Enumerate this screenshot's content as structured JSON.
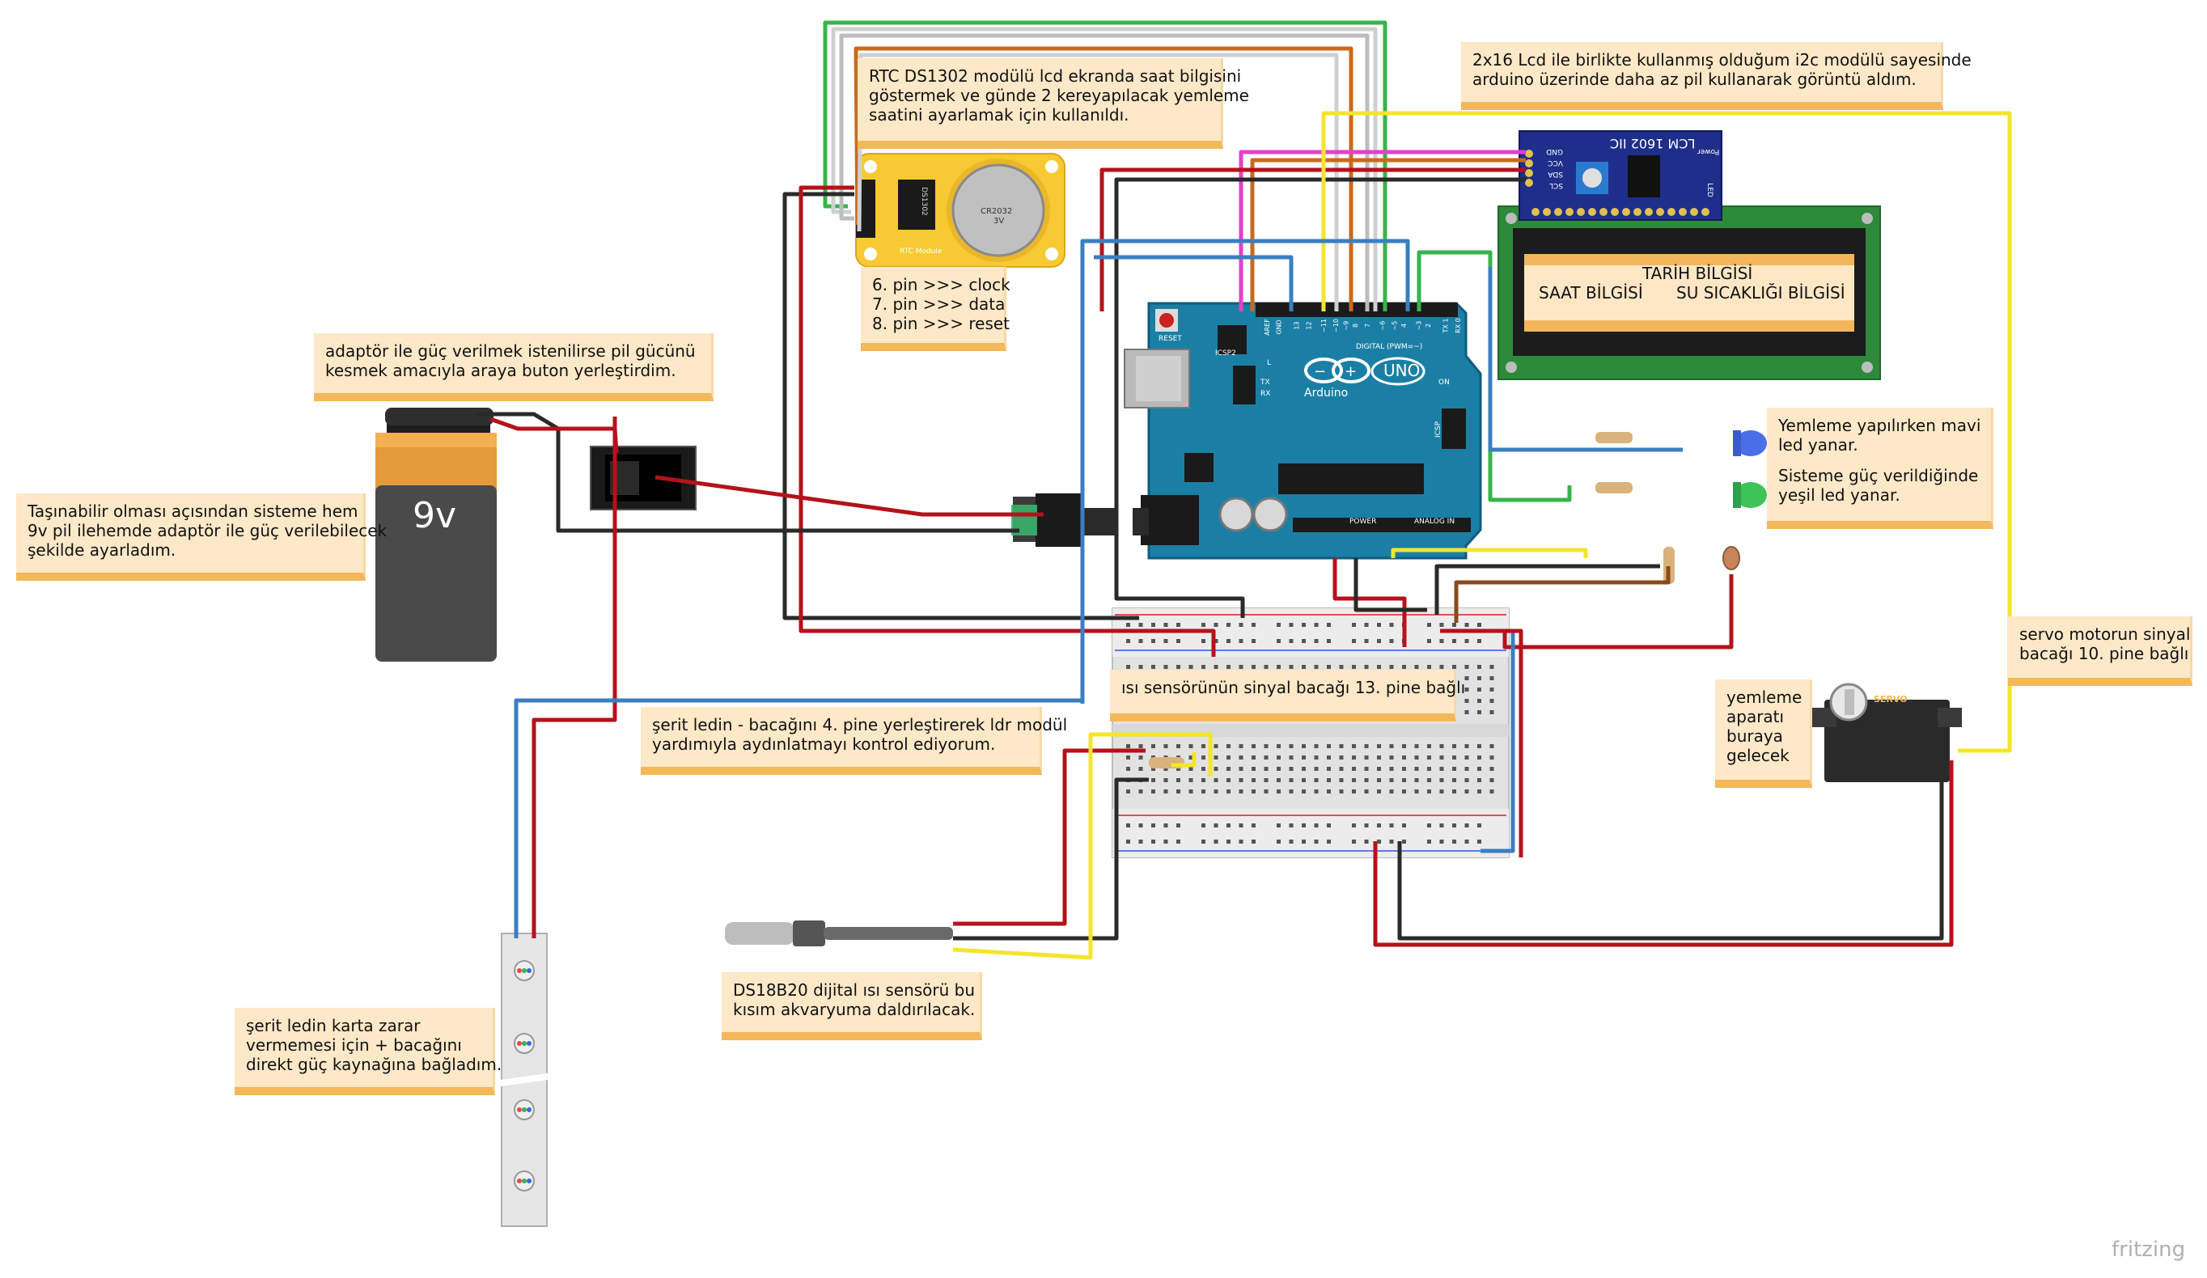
{
  "notes": {
    "rtc": {
      "lines": [
        "RTC DS1302 modülü lcd ekranda saat bilgisini",
        "göstermek ve günde 2 kereyapılacak yemleme",
        "saatini ayarlamak için kullanıldı."
      ]
    },
    "rtc_pins": {
      "lines": [
        "6. pin >>> clock",
        "7. pin >>> data",
        "8. pin >>> reset"
      ]
    },
    "lcd_i2c": {
      "lines": [
        "2x16 Lcd ile birlikte kullanmış olduğum i2c modülü sayesinde",
        "arduino üzerinde daha az pil kullanarak görüntü aldım."
      ]
    },
    "adapter": {
      "lines": [
        "adaptör ile güç verilmek istenilirse pil gücünü",
        "kesmek amacıyla araya buton yerleştirdim."
      ]
    },
    "portable": {
      "lines": [
        "Taşınabilir olması açısından sisteme hem",
        "9v pil ilehemde adaptör ile güç verilebilecek",
        "şekilde ayarladım."
      ]
    },
    "leds": {
      "line1": [
        "Yemleme yapılırken mavi",
        "led yanar."
      ],
      "line2": [
        "Sisteme güç verildiğinde",
        "yeşil led yanar."
      ]
    },
    "servo": {
      "lines": [
        "servo motorun sinyal",
        "bacağı 10. pine bağlı"
      ]
    },
    "feeder": {
      "lines": [
        "yemleme",
        "aparatı",
        "buraya",
        "gelecek"
      ]
    },
    "temp_signal": {
      "lines": [
        "ısı sensörünün sinyal bacağı 13. pine bağlı"
      ]
    },
    "strip_ldr": {
      "lines": [
        "şerit ledin - bacağını 4. pine yerleştirerek ldr modül",
        "yardımıyla aydınlatmayı kontrol ediyorum."
      ]
    },
    "strip_power": {
      "lines": [
        "şerit ledin karta zarar",
        "vermemesi için + bacağını",
        "direkt güç kaynağına bağladım."
      ]
    },
    "ds18b20": {
      "lines": [
        "DS18B20 dijital ısı sensörü bu",
        "kısım akvaryuma daldırılacak."
      ]
    }
  },
  "lcd": {
    "line1": "TARİH BİLGİSİ",
    "line2_left": "SAAT BİLGİSİ",
    "line2_right": "SU SICAKLIĞI BİLGİSİ"
  },
  "i2c": {
    "title": "LCM 1602 IIC",
    "power": "Power",
    "pins": [
      "SCL",
      "SDA",
      "VCC",
      "GND"
    ],
    "led": "LED"
  },
  "battery": {
    "label": "9v"
  },
  "rtc_module": {
    "chip": "DS1302",
    "cell": "CR2032",
    "volt": "3V",
    "name": "RTC Module"
  },
  "arduino": {
    "logo": "UNO",
    "brand": "Arduino",
    "reset": "RESET",
    "icsp": "ICSP",
    "icsp2": "ICSP2",
    "digital": "DIGITAL (PWM=~)",
    "power": "POWER",
    "analog": "ANALOG IN",
    "tx": "TX",
    "rx": "RX",
    "l": "L",
    "on": "ON",
    "aref": "AREF",
    "gnd": "GND",
    "pins": [
      "13",
      "12",
      "~11",
      "~10",
      "~9",
      "8",
      "7",
      "~6",
      "~5",
      "4",
      "~3",
      "2",
      "TX 1",
      "RX 0"
    ]
  },
  "servo_body": {
    "label": "SERVO"
  },
  "watermark": "fritzing",
  "colors": {
    "wire_red": "#b5121b",
    "wire_black": "#2a2a2a",
    "wire_blue": "#3a7fc1",
    "wire_yellow": "#f4e52a",
    "wire_green": "#36b44a",
    "wire_orange": "#c86a1e",
    "wire_pink": "#e83ec9",
    "wire_brown": "#8a4a1a",
    "arduino": "#1b7fa5",
    "note_bg": "#fde8c8",
    "note_bar": "#f4b75a"
  }
}
